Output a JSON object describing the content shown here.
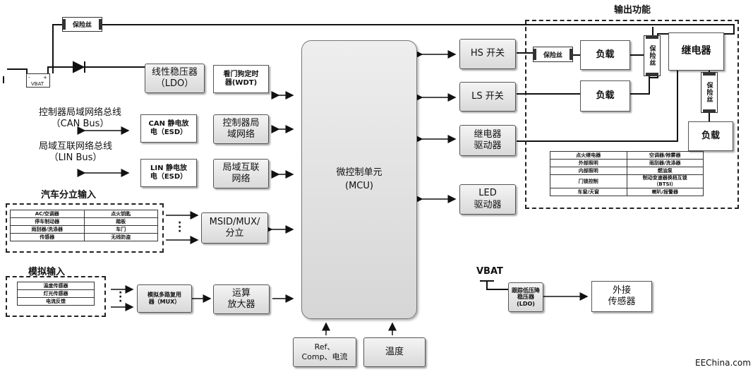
{
  "header": {
    "output_title": "输出功能"
  },
  "power": {
    "battery_label": "VBAT",
    "battery_plus": "+",
    "battery_minus": "-",
    "top_fuse": "保险丝"
  },
  "blocks": {
    "ldo": "线性稳压器\n（LDO）",
    "wdt": "看门狗定时\n器(WDT)",
    "can_esd": "CAN 静电放\n电（ESD）",
    "can_ctrl": "控制器局\n域网络",
    "lin_esd": "LIN 静电放\n电（ESD）",
    "lin_net": "局域互联\n网络",
    "msid": "MSID/MUX/\n分立",
    "analog_mux": "模拟多路复用\n器（MUX）",
    "opamp": "运算\n放大器",
    "mcu": "微控制单元\n(MCU)",
    "ref": "Ref、\nComp、电流",
    "temp": "温度",
    "hs": "HS 开关",
    "ls": "LS 开关",
    "relay_drv": "继电器\n驱动器",
    "led_drv": "LED\n驱动器"
  },
  "bus": {
    "can_label": "控制器局域网络总线\n（CAN Bus）",
    "lin_label": "局域互联网络总线\n（LIN Bus）"
  },
  "discrete_input": {
    "title": "汽车分立输入",
    "rows": [
      [
        "AC/空调器",
        "点火钥匙"
      ],
      [
        "停车制动器",
        "踏板"
      ],
      [
        "雨刮器/洗涤器",
        "车门"
      ],
      [
        "传感器",
        "无线防盗"
      ]
    ]
  },
  "analog_input": {
    "title": "模拟输入",
    "rows": [
      "温度传感器",
      "灯光传感器",
      "电流反馈"
    ]
  },
  "output": {
    "fuse_hs": "保险丝",
    "fuse_v1": "保险丝",
    "fuse_v2": "保险丝",
    "load1": "负载",
    "load2": "负载",
    "load3": "负载",
    "relay": "继电器",
    "table": [
      [
        "点火继电器",
        "空调器/除雾器"
      ],
      [
        "外部照明",
        "雨刮器/洗涤器"
      ],
      [
        "内部照明",
        "燃油泵"
      ],
      [
        "门锁控制",
        "制动变速器换档互锁\n（BTSI）"
      ],
      [
        "车窗/天窗",
        "喇叭/报警器"
      ]
    ]
  },
  "sensor": {
    "vbat": "VBAT",
    "ldo": "跟踪低压降\n稳压器\n(LDO)",
    "external": "外接\n传感器"
  },
  "watermark": "EEChina.com"
}
